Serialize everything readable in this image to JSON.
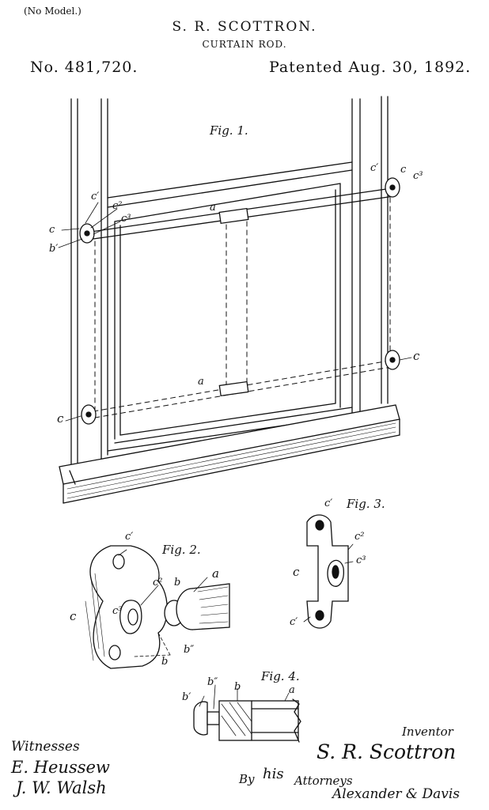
{
  "header": {
    "no_model": "(No Model.)",
    "inventor": "S. R. SCOTTRON.",
    "title": "CURTAIN ROD.",
    "patent_number": "No. 481,720.",
    "patent_date": "Patented Aug. 30, 1892."
  },
  "figures": {
    "fig1": "Fig. 1.",
    "fig2": "Fig. 2.",
    "fig3": "Fig. 3.",
    "fig4": "Fig. 4."
  },
  "labels": {
    "a": "a",
    "b": "b",
    "b1": "b′",
    "b2": "b″",
    "c": "c",
    "c1": "c′",
    "c2": "c²",
    "c3": "c³"
  },
  "footer": {
    "witnesses_label": "Witnesses",
    "witness_1": "E. Heussew",
    "witness_2": "J. W. Walsh",
    "inventor_label": "Inventor",
    "inventor_signature": "S. R. Scottron",
    "by_label": "By",
    "his_label": "his",
    "attorneys_label": "Attorneys",
    "attorneys_signature": "Alexander & Davis"
  }
}
